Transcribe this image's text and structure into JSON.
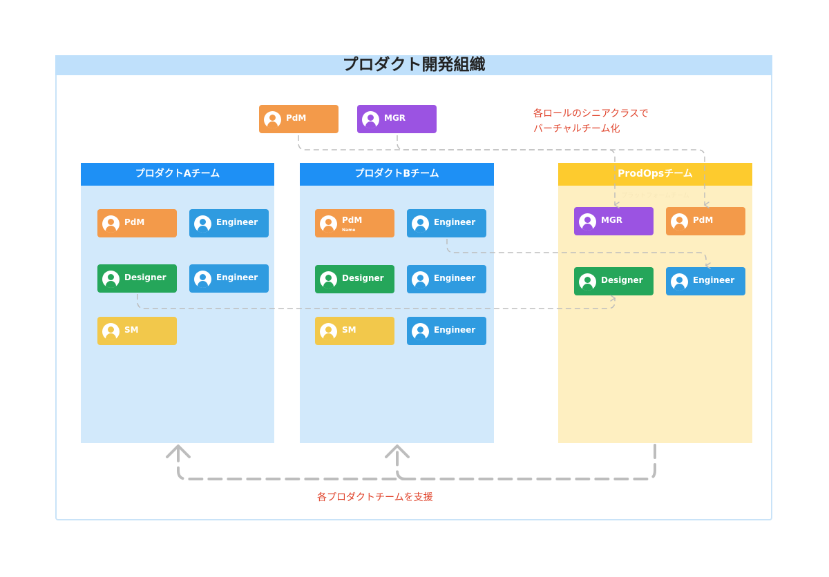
{
  "title": "プロダクト開発組織",
  "top_roles": [
    {
      "label": "PdM",
      "color": "orange"
    },
    {
      "label": "MGR",
      "color": "purple"
    }
  ],
  "teams": [
    {
      "name": "プロダクトAチーム",
      "header_color": "#1e90f5",
      "bg_color": "#d2e9fb",
      "members": [
        {
          "label": "PdM",
          "color": "orange"
        },
        {
          "label": "Engineer",
          "color": "blue"
        },
        {
          "label": "Designer",
          "color": "green"
        },
        {
          "label": "Engineer",
          "color": "blue"
        },
        {
          "label": "SM",
          "color": "yellow"
        }
      ]
    },
    {
      "name": "プロダクトBチーム",
      "header_color": "#1e90f5",
      "bg_color": "#d2e9fb",
      "members": [
        {
          "label": "PdM",
          "sublabel": "Name",
          "color": "orange"
        },
        {
          "label": "Engineer",
          "color": "blue"
        },
        {
          "label": "Designer",
          "color": "green"
        },
        {
          "label": "Engineer",
          "color": "blue"
        },
        {
          "label": "SM",
          "color": "yellow"
        },
        {
          "label": "Engineer",
          "color": "blue"
        }
      ]
    },
    {
      "name": "ProdOpsチーム",
      "subtitle": "プラットフォームチーム",
      "header_color": "#fdcb2e",
      "bg_color": "#feefc1",
      "members": [
        {
          "label": "MGR",
          "color": "purple"
        },
        {
          "label": "PdM",
          "color": "orange"
        },
        {
          "label": "Designer",
          "color": "green"
        },
        {
          "label": "Engineer",
          "color": "blue"
        }
      ]
    }
  ],
  "notes": {
    "virtual_team_line1": "各ロールのシニアクラスで",
    "virtual_team_line2": "バーチャルチーム化",
    "support": "各プロダクトチームを支援"
  },
  "colors": {
    "note_text": "#e0442c",
    "connector": "#bdbdbd"
  }
}
